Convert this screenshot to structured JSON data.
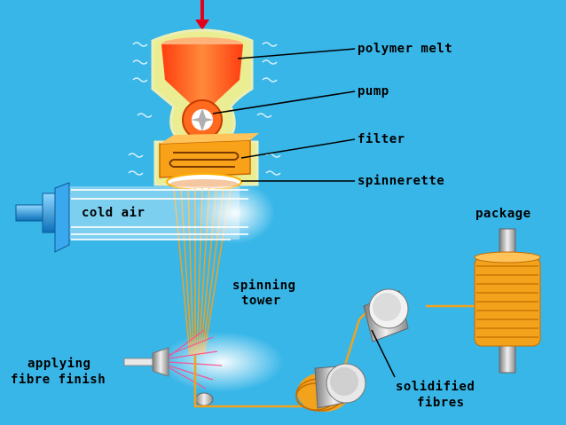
{
  "labels": {
    "polymer_melt": "polymer melt",
    "pump": "pump",
    "filter": "filter",
    "spinnerette": "spinnerette",
    "cold_air": "cold air",
    "spinning_tower_line1": "spinning",
    "spinning_tower_line2": "tower",
    "package": "package",
    "applying_line1": "applying",
    "applying_line2": "fibre finish",
    "solidified_line1": "solidified",
    "solidified_line2": "fibres"
  },
  "colors": {
    "background": "#38b6e8",
    "hopper": "#ff6a1e",
    "filter": "#f8a21a",
    "fibre": "#f3a21c",
    "glow": "#fff38a",
    "inlet_arrow": "#e3001b",
    "fan": "#1f9be0",
    "roller": "#b8b8b8",
    "text": "#000000"
  }
}
